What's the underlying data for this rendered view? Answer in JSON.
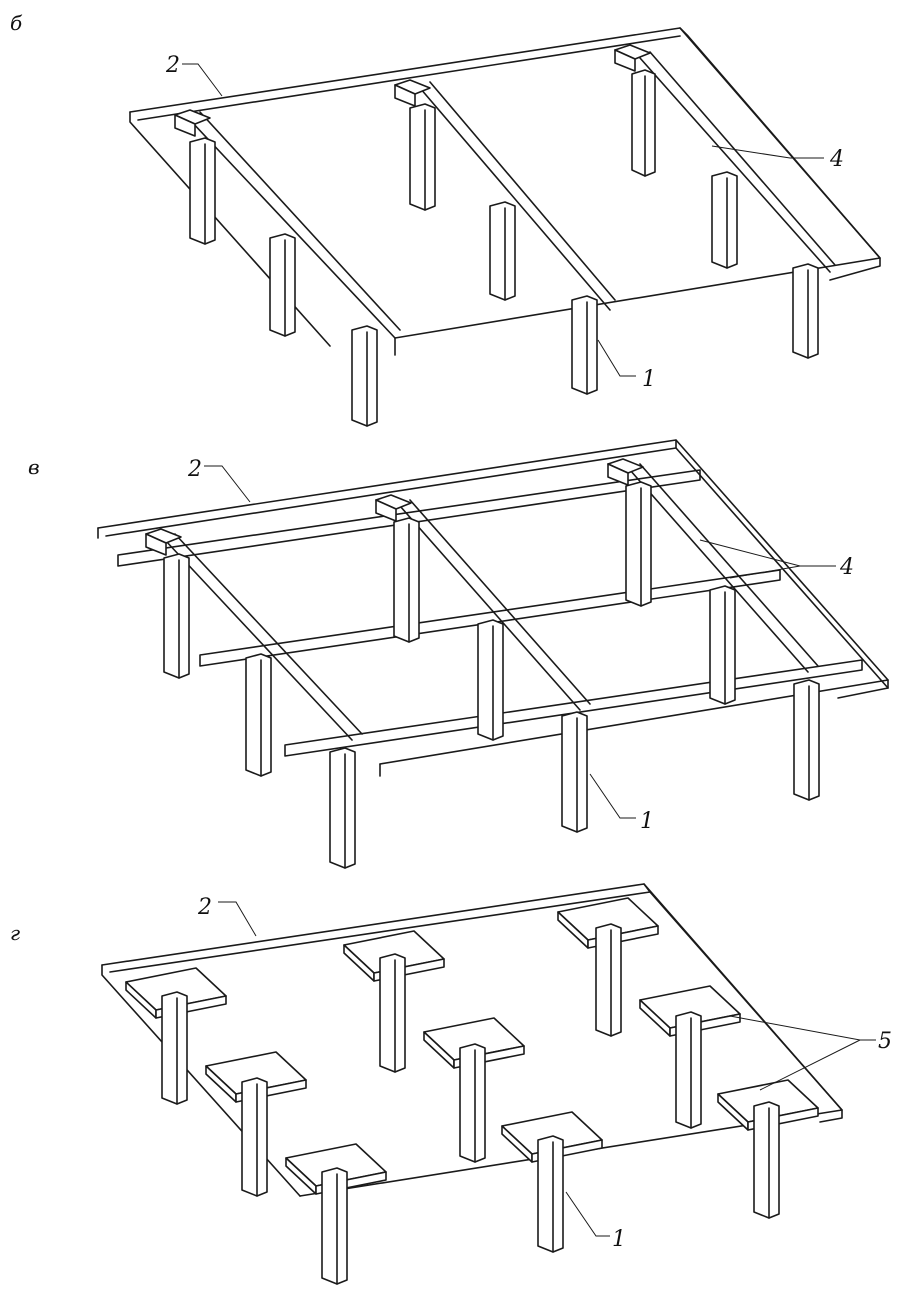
{
  "panels": [
    {
      "letter": "б",
      "labels": {
        "slab": "2",
        "beam": "4",
        "column": "1"
      }
    },
    {
      "letter": "в",
      "labels": {
        "slab": "2",
        "beam": "4",
        "column": "1"
      }
    },
    {
      "letter": "г",
      "labels": {
        "slab": "2",
        "capital": "5",
        "column": "1"
      }
    }
  ]
}
